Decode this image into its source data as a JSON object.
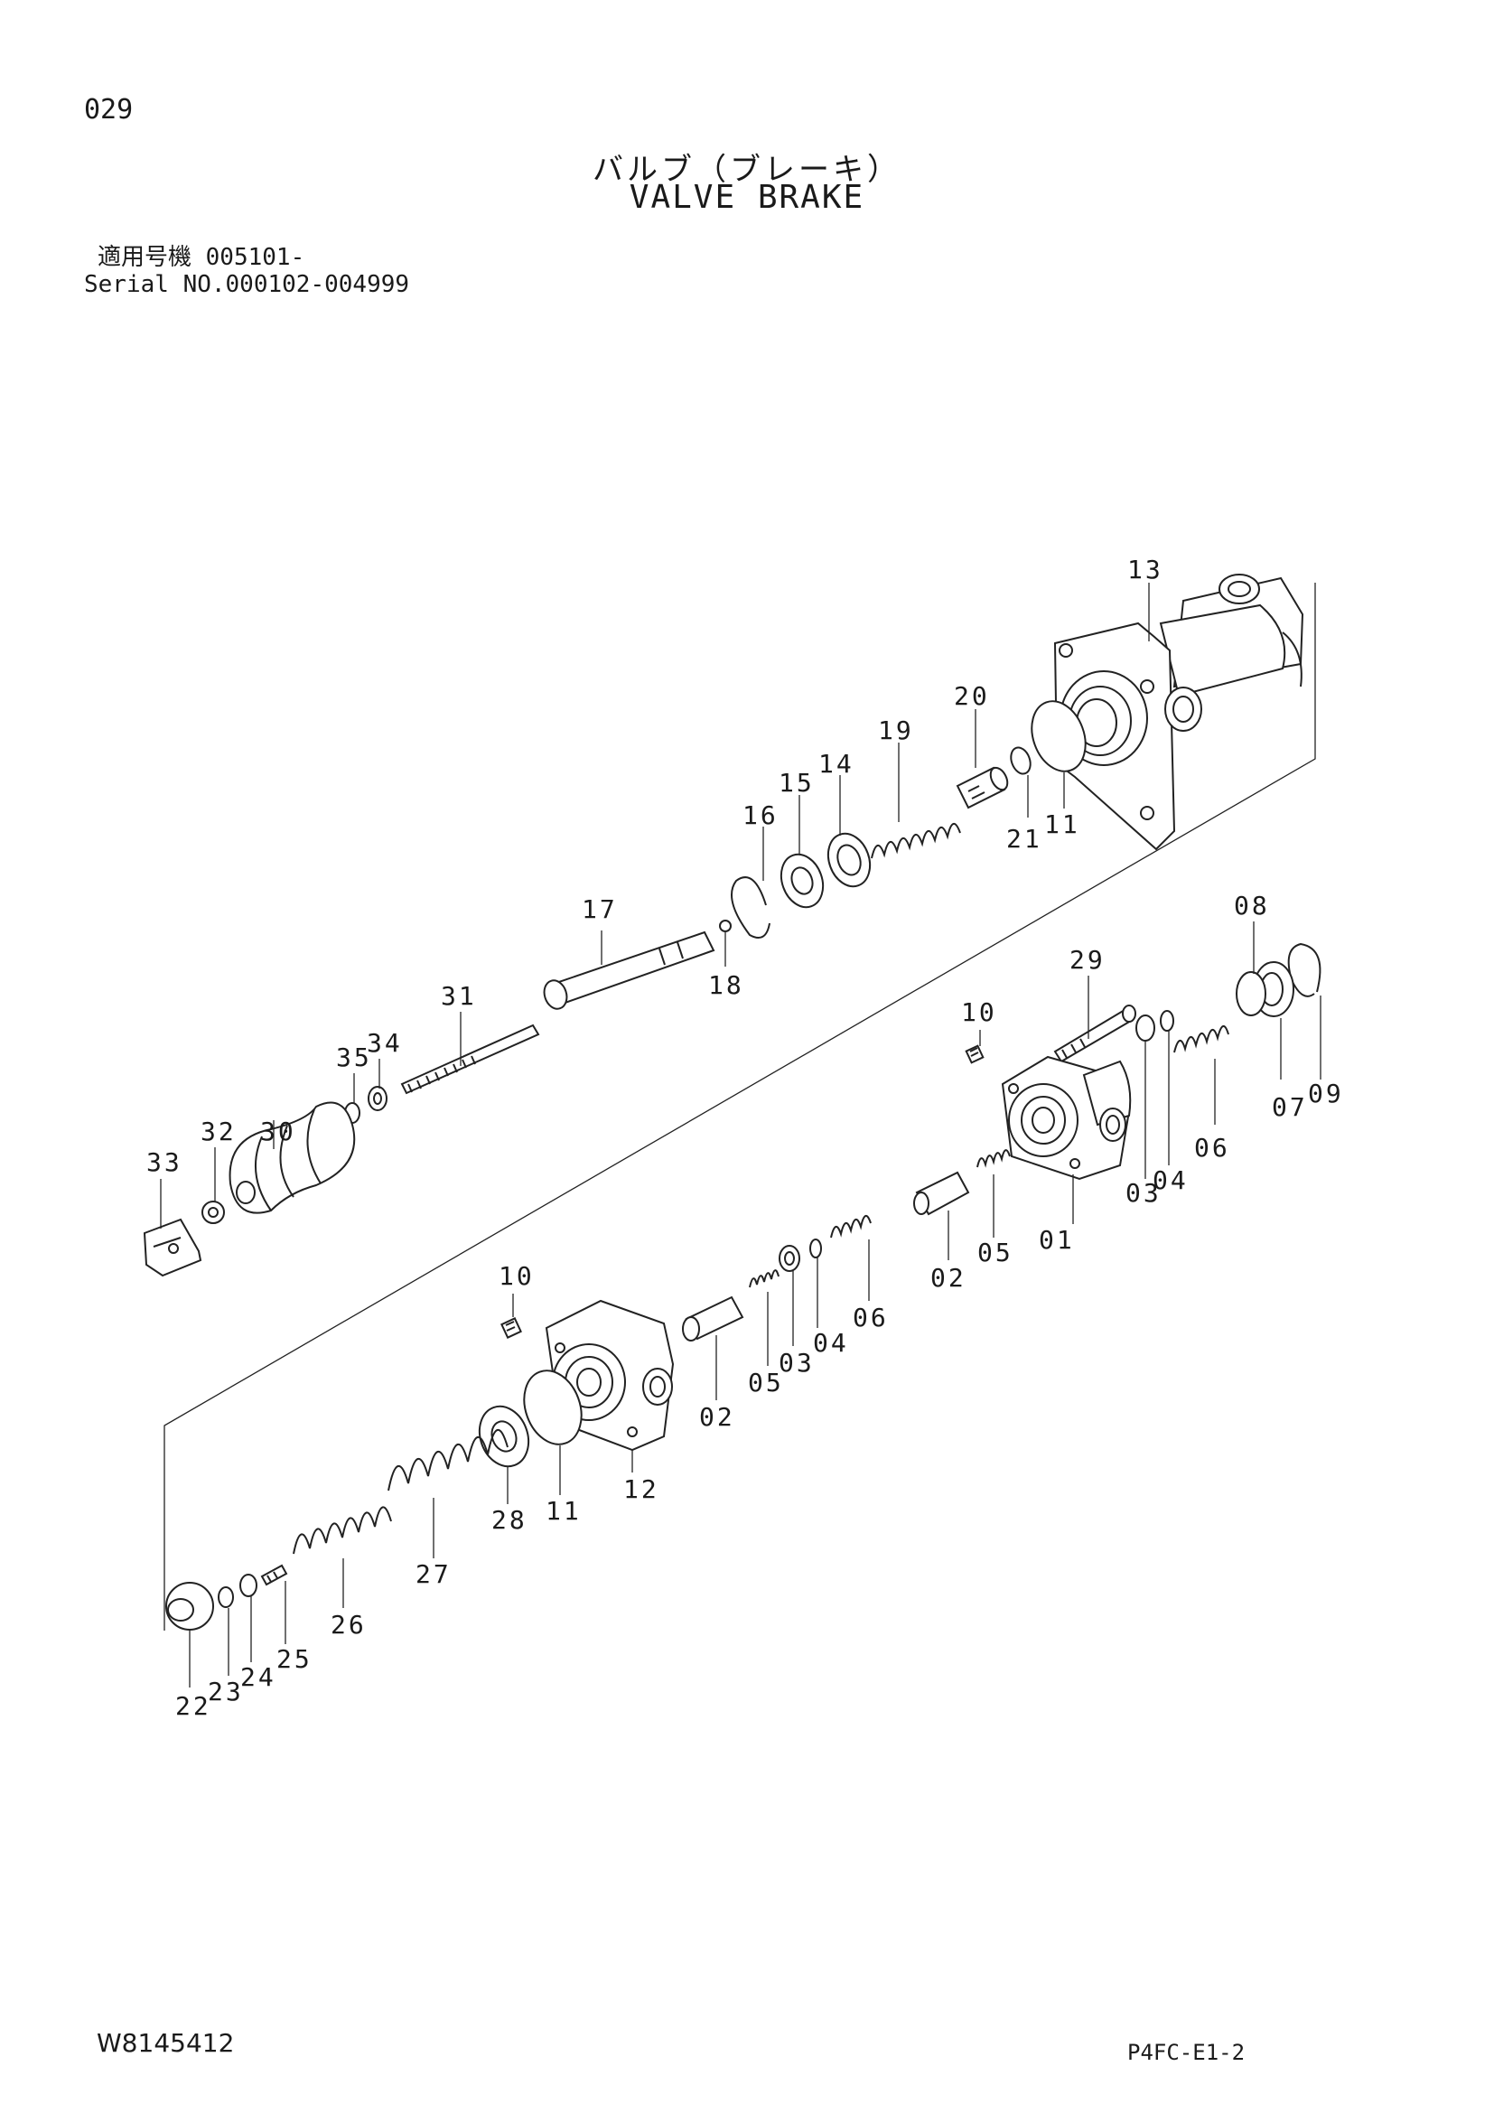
{
  "header": {
    "page_number": "029",
    "title_jp": "バルブ（ブレーキ）",
    "title_en": "VALVE BRAKE",
    "serial_jp": "適用号機 005101-",
    "serial_en": "Serial NO.000102-004999"
  },
  "footer": {
    "drawing_code": "W8145412",
    "page_code": "P4FC-E1-2"
  },
  "callouts": [
    {
      "id": "13",
      "label": "13"
    },
    {
      "id": "20",
      "label": "20"
    },
    {
      "id": "19",
      "label": "19"
    },
    {
      "id": "14",
      "label": "14"
    },
    {
      "id": "15",
      "label": "15"
    },
    {
      "id": "16",
      "label": "16"
    },
    {
      "id": "21",
      "label": "21"
    },
    {
      "id": "11a",
      "label": "11"
    },
    {
      "id": "17",
      "label": "17"
    },
    {
      "id": "18",
      "label": "18"
    },
    {
      "id": "08",
      "label": "08"
    },
    {
      "id": "29",
      "label": "29"
    },
    {
      "id": "31",
      "label": "31"
    },
    {
      "id": "10a",
      "label": "10"
    },
    {
      "id": "35",
      "label": "35"
    },
    {
      "id": "34",
      "label": "34"
    },
    {
      "id": "07",
      "label": "07"
    },
    {
      "id": "09",
      "label": "09"
    },
    {
      "id": "30",
      "label": "30"
    },
    {
      "id": "32",
      "label": "32"
    },
    {
      "id": "33",
      "label": "33"
    },
    {
      "id": "06a",
      "label": "06"
    },
    {
      "id": "03a",
      "label": "03"
    },
    {
      "id": "04a",
      "label": "04"
    },
    {
      "id": "01",
      "label": "01"
    },
    {
      "id": "05a",
      "label": "05"
    },
    {
      "id": "02a",
      "label": "02"
    },
    {
      "id": "06b",
      "label": "06"
    },
    {
      "id": "04b",
      "label": "04"
    },
    {
      "id": "03b",
      "label": "03"
    },
    {
      "id": "10b",
      "label": "10"
    },
    {
      "id": "05b",
      "label": "05"
    },
    {
      "id": "02b",
      "label": "02"
    },
    {
      "id": "12",
      "label": "12"
    },
    {
      "id": "11b",
      "label": "11"
    },
    {
      "id": "28",
      "label": "28"
    },
    {
      "id": "27",
      "label": "27"
    },
    {
      "id": "26",
      "label": "26"
    },
    {
      "id": "25",
      "label": "25"
    },
    {
      "id": "24",
      "label": "24"
    },
    {
      "id": "23",
      "label": "23"
    },
    {
      "id": "22",
      "label": "22"
    }
  ]
}
